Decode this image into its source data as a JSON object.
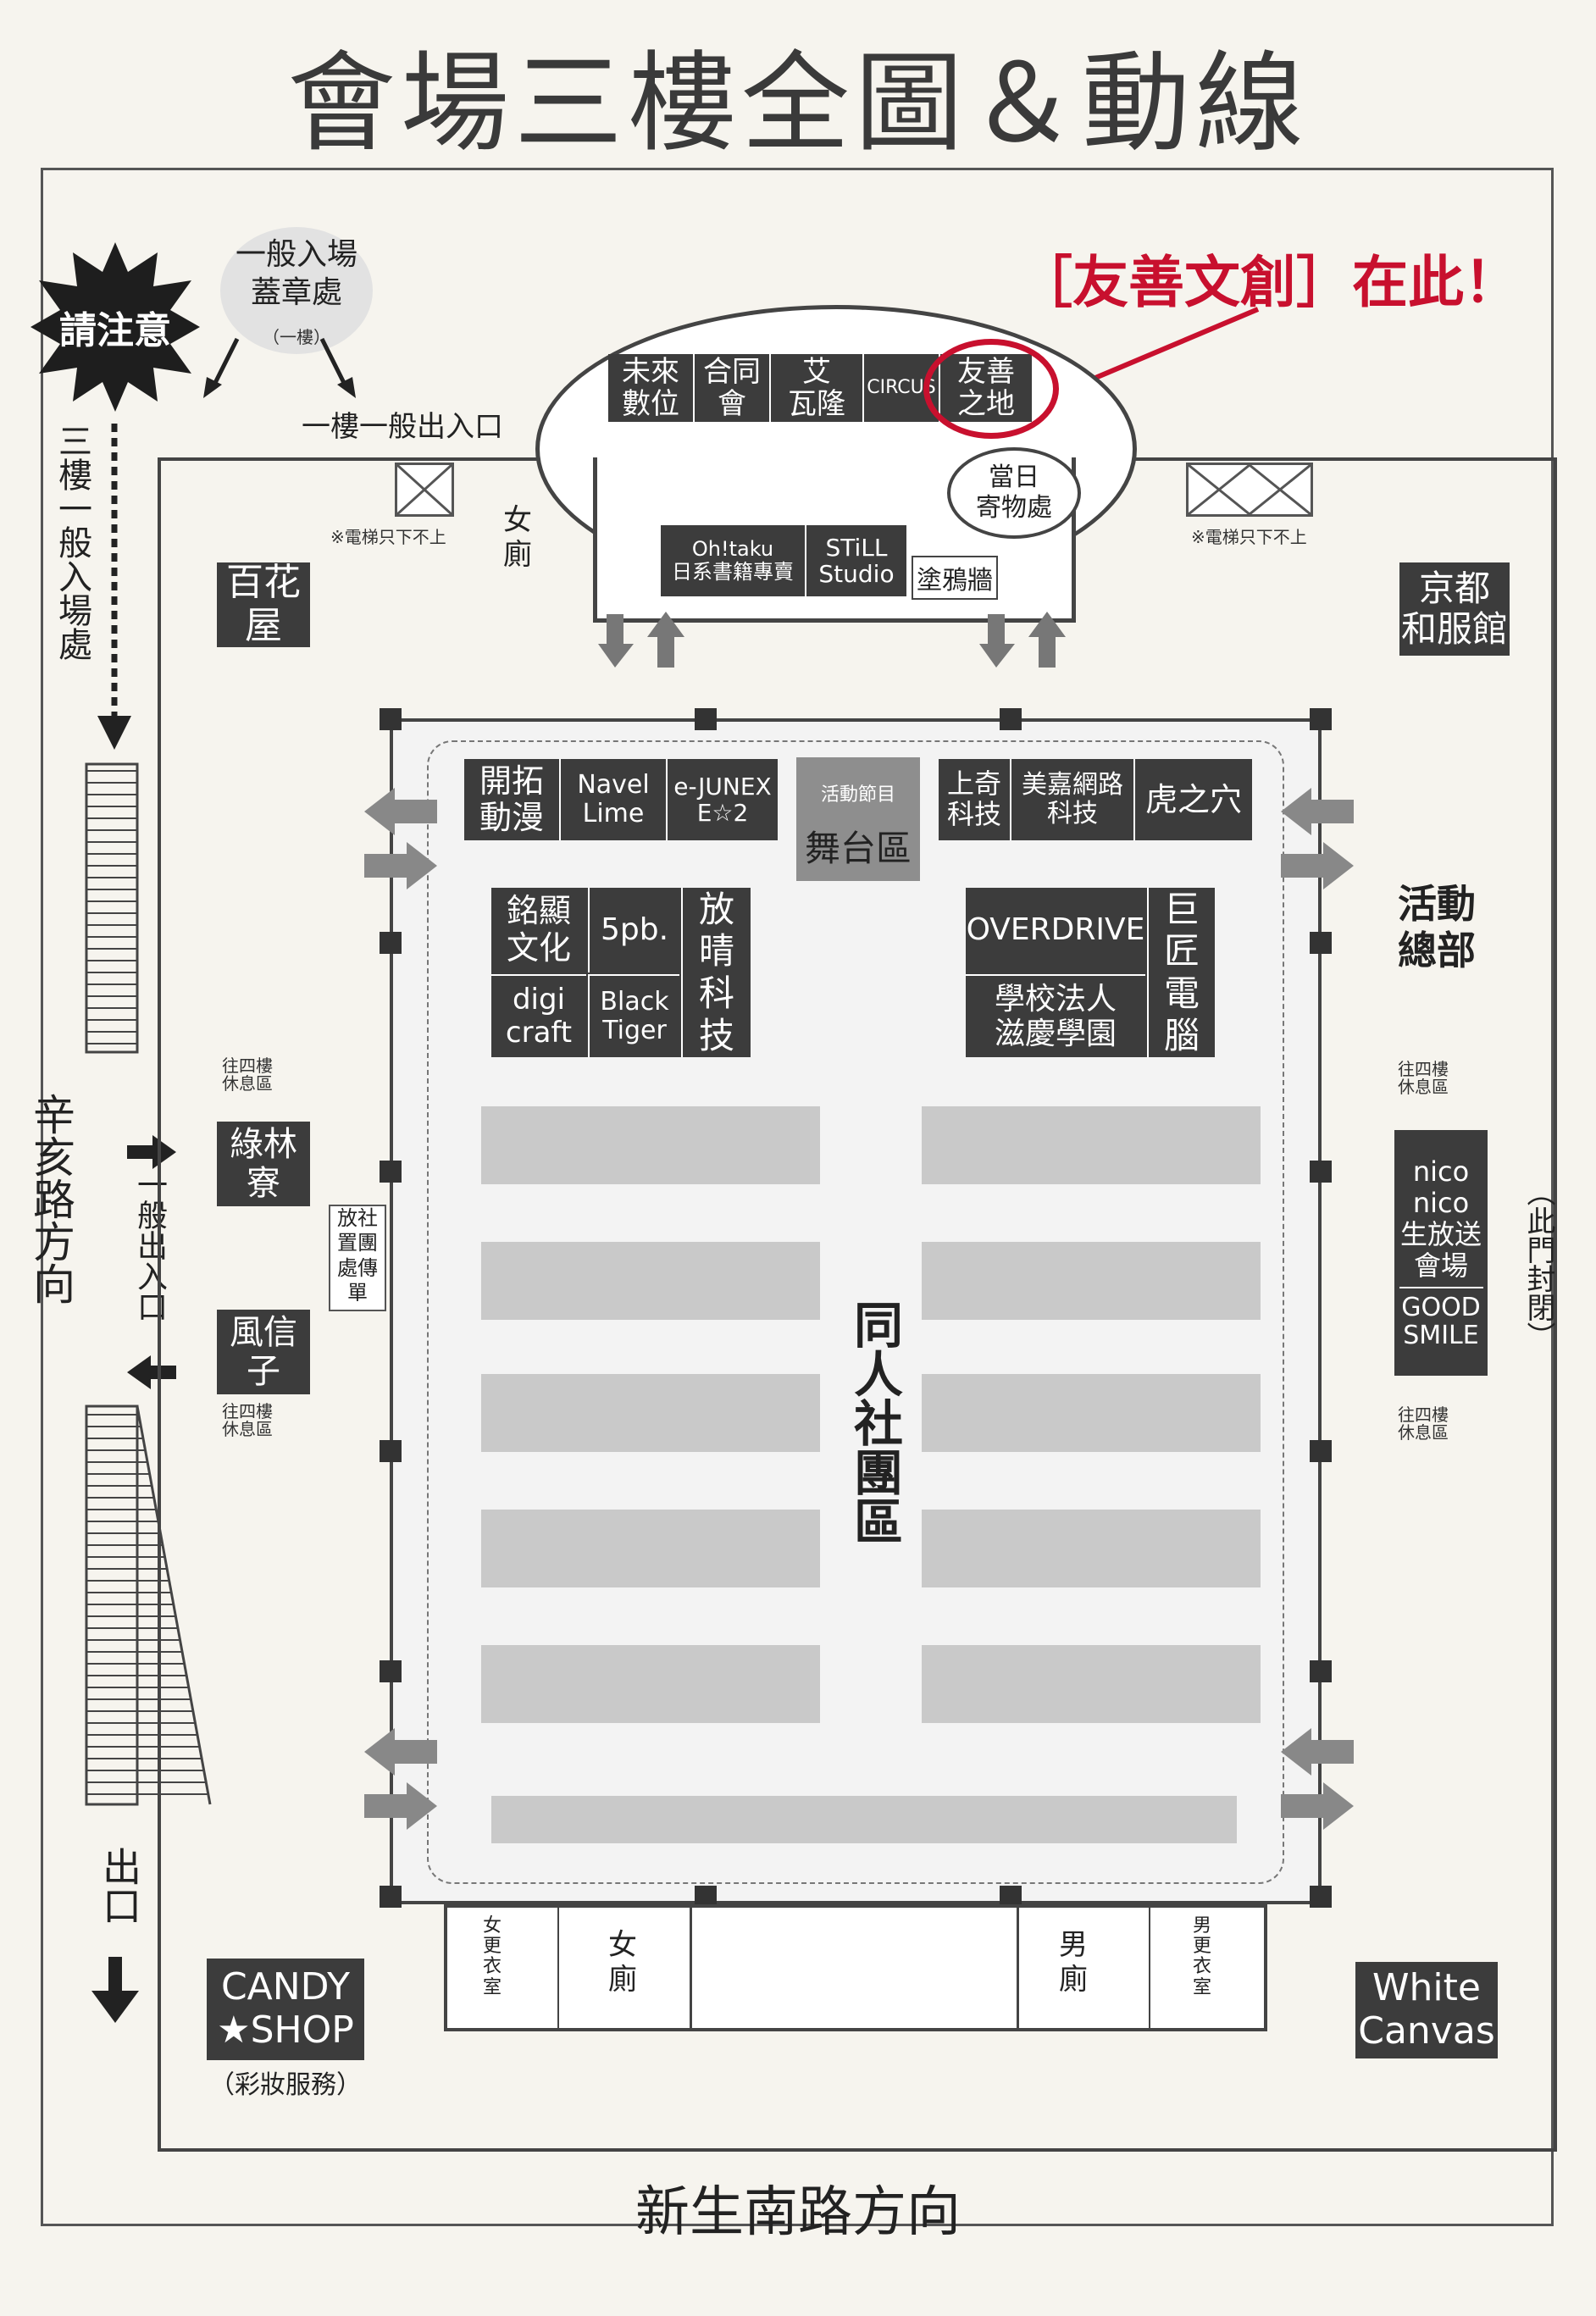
{
  "title": "會場三樓全圖＆動線",
  "callout": "［友善文創］在此！",
  "notice": {
    "burst": "請注意",
    "entry_stamp": "一般入場\n蓋章處",
    "entry_stamp_note": "（一樓）",
    "first_floor_exit": "一樓一般出入口"
  },
  "left_path": {
    "third_floor_entry": "三樓一般入場處",
    "general_exit": "一般出入口",
    "exit": "出口",
    "road": "辛亥路方向"
  },
  "bottom_road": "新生南路方向",
  "elevator_note": "※電梯只下不上",
  "right_closed": "（此門封閉）",
  "to_4f_rest": "往四樓\n休息區",
  "north_booths": [
    {
      "label": "未來\n數位"
    },
    {
      "label": "合同\n會"
    },
    {
      "label": "艾\n瓦隆"
    },
    {
      "label": "CIRCUS"
    },
    {
      "label": "友善\n之地"
    }
  ],
  "same_day_storage": "當日\n寄物處",
  "women_restroom_top": "女\n廁",
  "lobby_booths": [
    {
      "label": "Oh!taku\n日系書籍專賣"
    },
    {
      "label": "STiLL\nStudio"
    }
  ],
  "graffiti_wall": "塗鴉牆",
  "side_booths": {
    "baihua": "百花屋",
    "kyoto": "京都\n和服館",
    "lvlin": "綠林寮",
    "fengxinzi": "風信子",
    "flyer": "放社\n置團\n處傳\n單",
    "activity_hq": "活動\n總部",
    "nico": "nico\nnico\n生放送\n會場",
    "goodsmile": "GOOD\nSMILE",
    "candy": "CANDY\n★SHOP",
    "candy_note": "（彩妝服務）",
    "white_canvas": "White\nCanvas"
  },
  "hall_top_row_left": [
    {
      "label": "開拓\n動漫"
    },
    {
      "label": "Navel\nLime"
    },
    {
      "label": "e-JUNEX\nE☆2"
    }
  ],
  "stage": {
    "small": "活動節目",
    "big": "舞台區"
  },
  "hall_top_row_right": [
    {
      "label": "上奇\n科技"
    },
    {
      "label": "美嘉網路\n科技"
    },
    {
      "label": "虎之穴"
    }
  ],
  "block_left": {
    "mingxian": "銘顯\n文化",
    "pb5": "5pb.",
    "digicraft": "digi\ncraft",
    "blacktiger": "Black\nTiger",
    "fangqing": "放\n晴\n科\n技"
  },
  "block_right": {
    "overdrive": "OVERDRIVE",
    "keio": "學校法人\n滋慶學園",
    "jujiang": "巨\n匠\n電\n腦"
  },
  "doujin_area": "同人社團區",
  "bottom_rooms": [
    {
      "label": "女\n更\n衣\n室"
    },
    {
      "label": "女\n廁"
    },
    {
      "label": "男\n廁"
    },
    {
      "label": "男\n更\n衣\n室"
    }
  ]
}
